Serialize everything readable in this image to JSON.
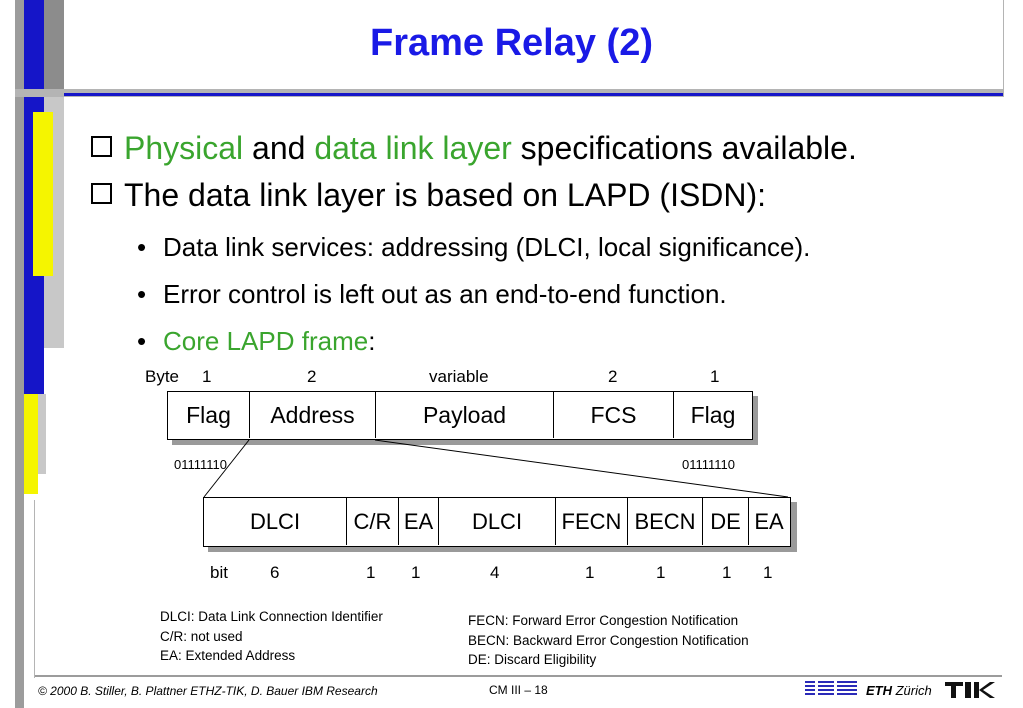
{
  "title": "Frame Relay (2)",
  "bullets": {
    "b1": {
      "part1": "Physical",
      "part2": " and ",
      "part3": "data link layer",
      "part4": " specifications available."
    },
    "b2": "The data link layer is based on LAPD (ISDN):",
    "sub": [
      {
        "text": "Data link services: addressing (DLCI, local significance)."
      },
      {
        "text": "Error control is left out as an end-to-end function."
      },
      {
        "text_green": "Core LAPD frame",
        "text_black": ":"
      }
    ],
    "sub_bullet": "•"
  },
  "frame": {
    "byte_label": "Byte",
    "byte_sizes": [
      "1",
      "2",
      "variable",
      "2",
      "1"
    ],
    "fields": [
      "Flag",
      "Address",
      "Payload",
      "FCS",
      "Flag"
    ],
    "flag_bits_left": "01111110",
    "flag_bits_right": "01111110"
  },
  "address": {
    "fields": [
      "DLCI",
      "C/R",
      "EA",
      "DLCI",
      "FECN",
      "BECN",
      "DE",
      "EA"
    ],
    "bit_label": "bit",
    "bit_sizes": [
      "6",
      "1",
      "1",
      "4",
      "1",
      "1",
      "1",
      "1"
    ]
  },
  "notes_left": [
    "DLCI: Data Link Connection Identifier",
    "C/R: not used",
    "EA: Extended Address"
  ],
  "notes_right": [
    "FECN: Forward Error Congestion Notification",
    "BECN: Backward Error Congestion Notification",
    "DE: Discard Eligibility"
  ],
  "footer": {
    "copyright": "© 2000  B. Stiller, B. Plattner ETHZ-TIK, D. Bauer IBM Research",
    "page": "CM III – 18",
    "ibm": "IBM",
    "eth_bold": "ETH",
    "eth_rest": " Zürich",
    "tik": "TIK"
  },
  "colors": {
    "title": "#1a1ae6",
    "green": "#3aa52e",
    "blue_bar": "#1515c8",
    "yellow_bar": "#f5f500",
    "gray_bar": "#8c8c8c"
  }
}
